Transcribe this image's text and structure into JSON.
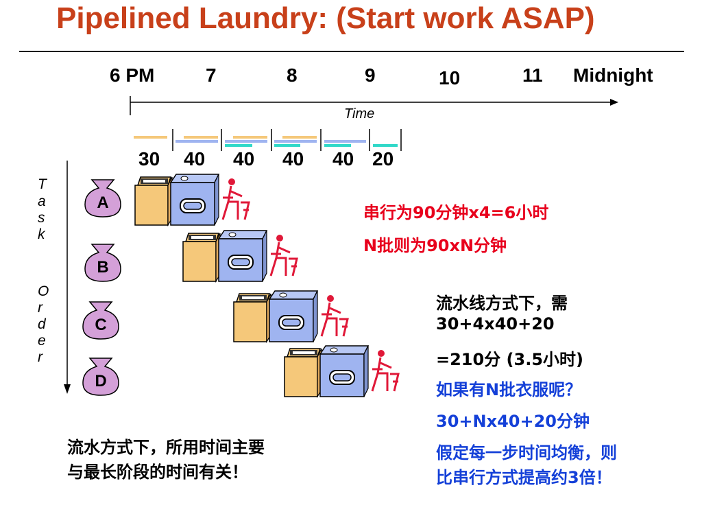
{
  "title": "Pipelined Laundry: (Start work ASAP)",
  "timeline": {
    "hours": [
      "6 PM",
      "7",
      "8",
      "9",
      "10",
      "11",
      "Midnight"
    ],
    "axis_label": "Time",
    "durations": [
      "30",
      "40",
      "40",
      "40",
      "40",
      "20"
    ]
  },
  "task_order_label": [
    "T",
    "a",
    "s",
    "k",
    "O",
    "r",
    "d",
    "e",
    "r"
  ],
  "tasks": [
    "A",
    "B",
    "C",
    "D"
  ],
  "stage_colors": {
    "wash": "#f5c87a",
    "dry": "#9fb4f0",
    "fold": "#30d8c8",
    "person": "#e01838"
  },
  "notes": {
    "serial_line1": "串行为90分钟x4=6小时",
    "serial_line2": "N批则为90xN分钟",
    "pipe_line1": "流水线方式下，需",
    "pipe_line2": "30+4x40+20",
    "pipe_line3": "=210分 (3.5小时)",
    "n_batch_q": "如果有N批衣服呢？",
    "n_batch_formula": "30+Nx40+20分钟",
    "balance_line1": "假定每一步时间均衡，则",
    "balance_line2": "比串行方式提高约3倍！",
    "conclusion_line1": "流水方式下，所用时间主要",
    "conclusion_line2": "与最长阶段的时间有关！"
  }
}
